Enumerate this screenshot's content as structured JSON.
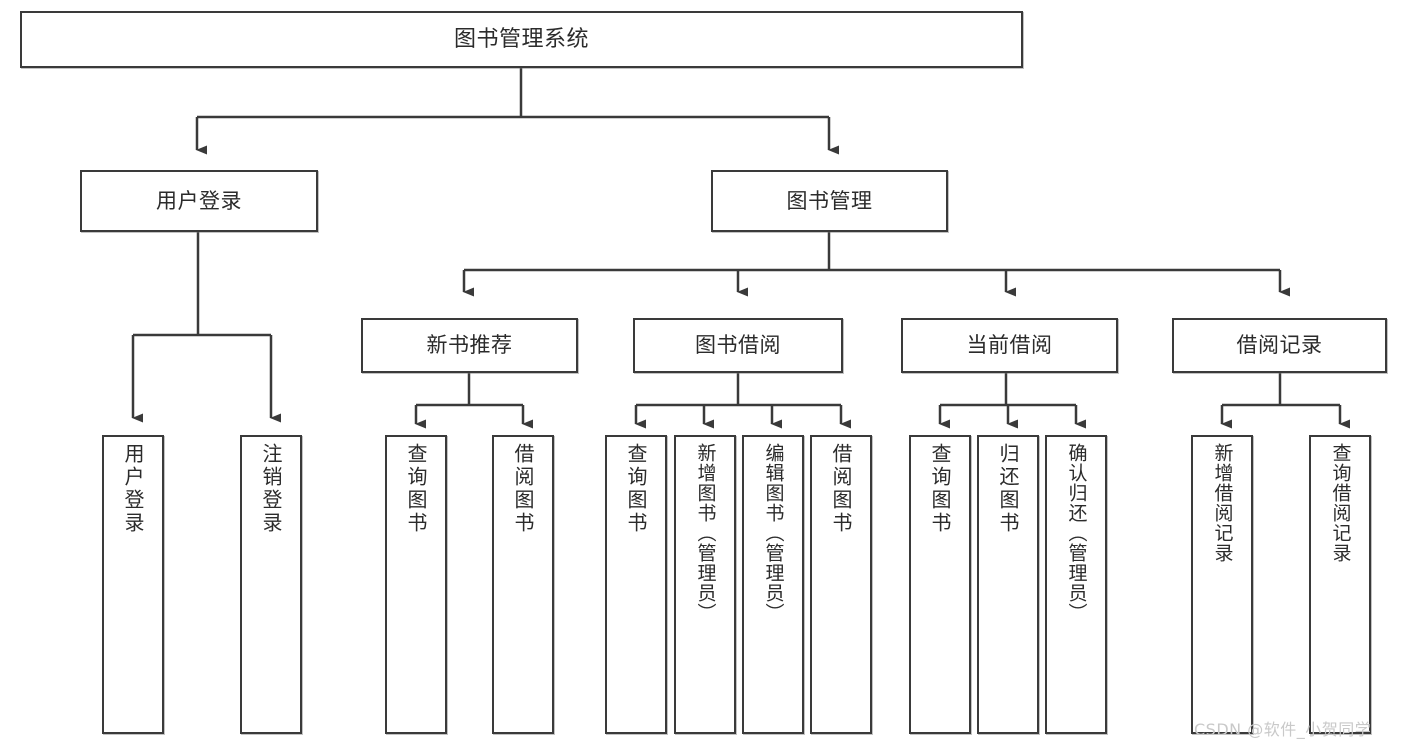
{
  "diagram": {
    "title": "图书管理系统",
    "type": "hierarchy-tree",
    "levels": [
      {
        "level": 1,
        "nodes": [
          {
            "id": "root",
            "label": "图书管理系统",
            "orientation": "horizontal"
          }
        ]
      },
      {
        "level": 2,
        "nodes": [
          {
            "id": "user-login",
            "label": "用户登录",
            "orientation": "horizontal"
          },
          {
            "id": "book-management",
            "label": "图书管理",
            "orientation": "horizontal"
          }
        ]
      },
      {
        "level": 3,
        "nodes": [
          {
            "id": "new-book-recommend",
            "label": "新书推荐",
            "orientation": "horizontal"
          },
          {
            "id": "book-borrow",
            "label": "图书借阅",
            "orientation": "horizontal"
          },
          {
            "id": "current-borrow",
            "label": "当前借阅",
            "orientation": "horizontal"
          },
          {
            "id": "borrow-record",
            "label": "借阅记录",
            "orientation": "horizontal"
          }
        ]
      },
      {
        "level": 4,
        "nodes": [
          {
            "id": "leaf-user-login",
            "label": "用户登录",
            "orientation": "vertical",
            "parent": "user-login"
          },
          {
            "id": "leaf-logout-login",
            "label": "注销登录",
            "orientation": "vertical",
            "parent": "user-login"
          },
          {
            "id": "leaf-query-book-1",
            "label": "查询图书",
            "orientation": "vertical",
            "parent": "new-book-recommend"
          },
          {
            "id": "leaf-borrow-book-1",
            "label": "借阅图书",
            "orientation": "vertical",
            "parent": "new-book-recommend"
          },
          {
            "id": "leaf-query-book-2",
            "label": "查询图书",
            "orientation": "vertical",
            "parent": "book-borrow"
          },
          {
            "id": "leaf-add-book-admin",
            "label": "新增图书（管理员）",
            "orientation": "vertical",
            "parent": "book-borrow"
          },
          {
            "id": "leaf-edit-book-admin",
            "label": "编辑图书（管理员）",
            "orientation": "vertical",
            "parent": "book-borrow"
          },
          {
            "id": "leaf-borrow-book-2",
            "label": "借阅图书",
            "orientation": "vertical",
            "parent": "book-borrow"
          },
          {
            "id": "leaf-query-book-3",
            "label": "查询图书",
            "orientation": "vertical",
            "parent": "current-borrow"
          },
          {
            "id": "leaf-return-book",
            "label": "归还图书",
            "orientation": "vertical",
            "parent": "current-borrow"
          },
          {
            "id": "leaf-confirm-return-admin",
            "label": "确认归还（管理员）",
            "orientation": "vertical",
            "parent": "current-borrow"
          },
          {
            "id": "leaf-add-borrow-record",
            "label": "新增借阅记录",
            "orientation": "vertical",
            "parent": "borrow-record"
          },
          {
            "id": "leaf-query-borrow-record",
            "label": "查询借阅记录",
            "orientation": "vertical",
            "parent": "borrow-record"
          }
        ]
      }
    ],
    "colors": {
      "box_border": "#3a3a3a",
      "box_fill": "#ffffff",
      "text": "#2b2b2b",
      "edge": "#3a3a3a",
      "watermark": "#c9c9c9",
      "background": "#ffffff"
    }
  },
  "watermark": {
    "text": "CSDN @软件_小贺同学"
  }
}
